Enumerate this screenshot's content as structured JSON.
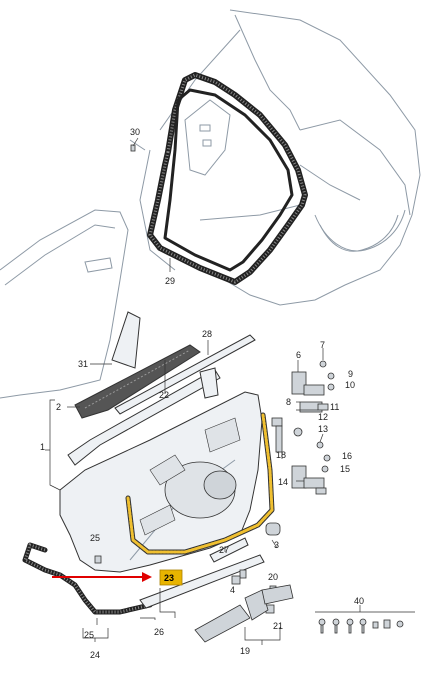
{
  "callouts": {
    "c1": "1",
    "c2": "2",
    "c4": "4",
    "c6": "6",
    "c7": "7",
    "c8": "8",
    "c9": "9",
    "c10": "10",
    "c11": "11",
    "c12": "12",
    "c13": "13",
    "c14": "14",
    "c15": "15",
    "c16": "16",
    "c18": "18",
    "c19": "19",
    "c20": "20",
    "c21": "21",
    "c22": "22",
    "c23": "23",
    "c24": "24",
    "c25a": "25",
    "c25b": "25",
    "c26": "26",
    "c27": "27",
    "c28": "28",
    "c29": "29",
    "c30": "30",
    "c31": "31",
    "c3": "3",
    "c40": "40"
  },
  "colors": {
    "highlight_box": "#e8b400",
    "highlight_seal": "#f0c030",
    "arrow": "#e00000"
  }
}
